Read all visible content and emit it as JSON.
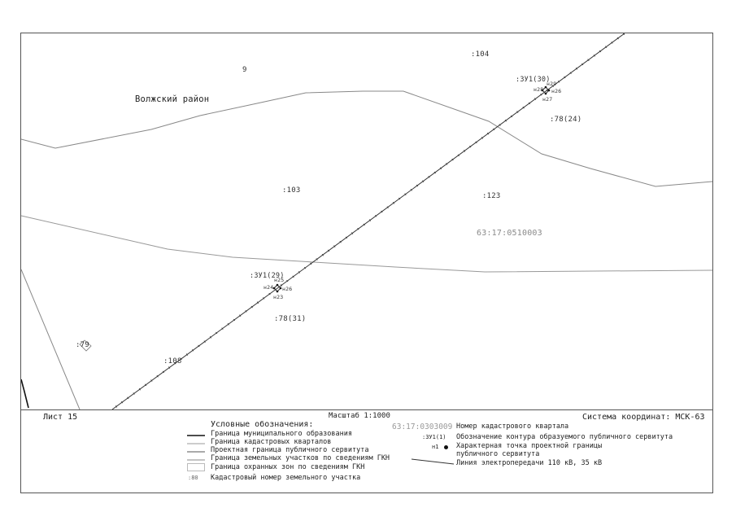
{
  "map": {
    "district": "Волжский район",
    "quarter_number": "63:17:0510003",
    "plots": [
      "9",
      ":104",
      ":78(24)",
      ":103",
      ":123",
      ":78(31)",
      ":79",
      ":108"
    ],
    "zones": {
      "upper": {
        "label": ":ЗУ1(30)",
        "points": [
          "н28",
          "н29",
          "н26",
          "н27"
        ]
      },
      "lower": {
        "label": ":ЗУ1(29)",
        "points": [
          "н25",
          "н24",
          "н26",
          "н23"
        ]
      }
    }
  },
  "footer": {
    "sheet": "Лист 15",
    "scale": "Масштаб 1:1000",
    "coords": "Система координат: МСК-63"
  },
  "legend": {
    "title": "Условные обозначения:",
    "left": [
      "Граница муниципального образования",
      "Граница кадастровых кварталов",
      "Проектная граница публичного сервитута",
      "Граница земельных участков по сведениям ГКН",
      "Граница охранных зон по сведениям ГКН",
      "Кадастровый номер земельного участка"
    ],
    "plot_sample": ":80",
    "quarter_sample": "63:17:0303009",
    "quarter_desc": "Номер кадастрового квартала",
    "zone_sample": ":ЗУ1(1)",
    "zone_desc": "Обозначение контура образуемого публичного сервитута",
    "point_sample": "н1",
    "point_desc_1": "Характерная точка проектной границы",
    "point_desc_2": "публичного сервитута",
    "line_desc": "Линия электропередачи 110 кВ, 35 кВ"
  }
}
